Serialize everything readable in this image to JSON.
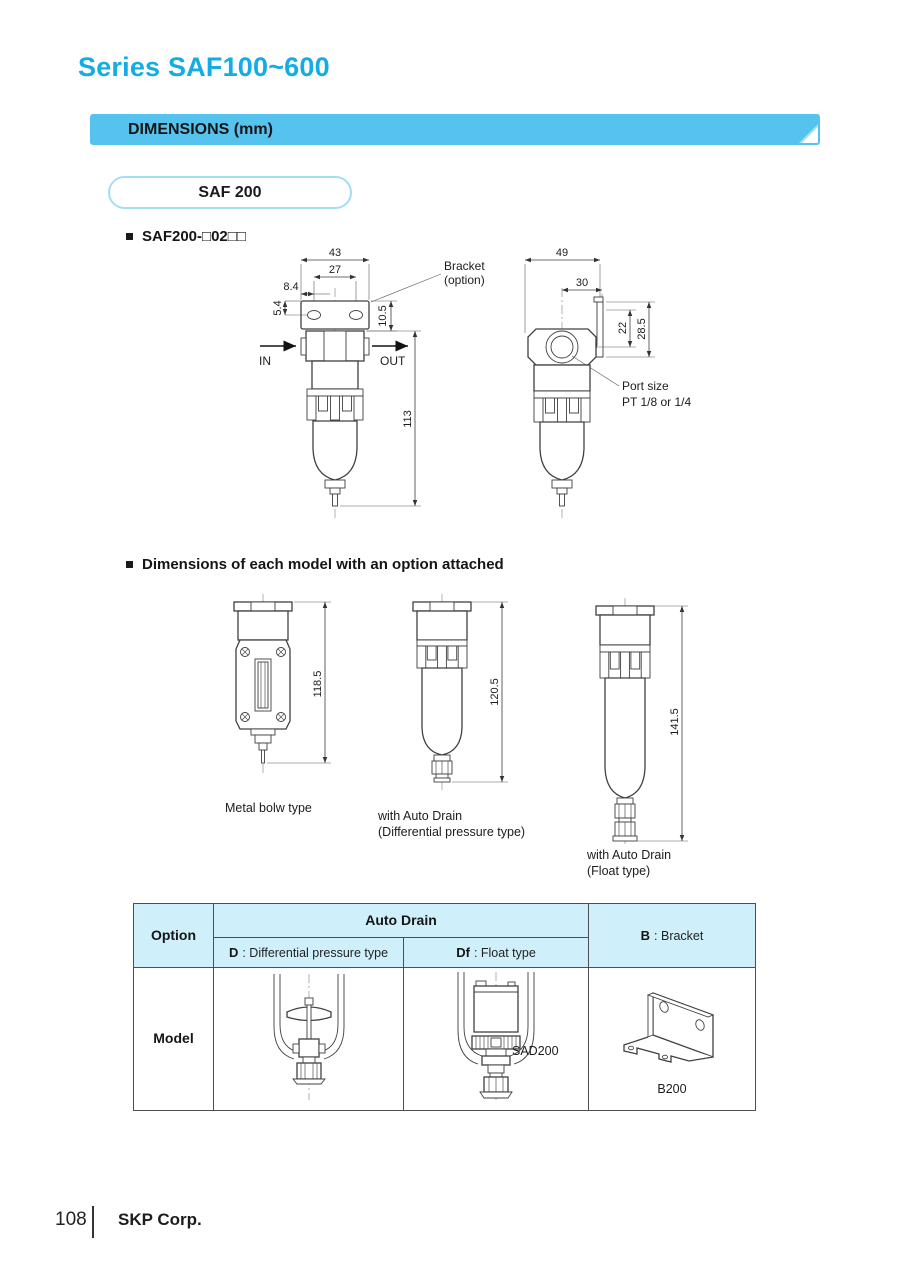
{
  "page": {
    "title": "Series SAF100~600",
    "section_bar": "DIMENSIONS (mm)",
    "model_badge": "SAF 200",
    "heading_model": "SAF200-□02□□",
    "heading_options": "Dimensions of each model with an option attached",
    "footer": {
      "page_number": "108",
      "company": "SKP Corp."
    }
  },
  "colors": {
    "accent_title": "#13ace4",
    "bar_bg": "#56c2ee",
    "table_header_bg": "#cfeffb",
    "pill_border": "#a3ddf6",
    "line_art": "#404040"
  },
  "figure1": {
    "front_view": {
      "dims": {
        "overall_width": "43",
        "hole_span": "27",
        "hole_offset": "8.4",
        "hole_edge": "5.4",
        "bracket_drop": "10.5",
        "body_height": "113"
      },
      "labels": {
        "inlet": "IN",
        "outlet": "OUT",
        "bracket_1": "Bracket",
        "bracket_2": "(option)"
      }
    },
    "side_view": {
      "dims": {
        "overall_depth": "49",
        "bracket_offset": "30",
        "port_height": "22",
        "bracket_height": "28.5"
      },
      "labels": {
        "port_1": "Port size",
        "port_2": "PT 1/8 or 1/4"
      }
    }
  },
  "figure2": {
    "models": [
      {
        "height": "118.5",
        "caption_1": "Metal bolw type",
        "caption_2": ""
      },
      {
        "height": "120.5",
        "caption_1": "with Auto Drain",
        "caption_2": "(Differential pressure type)"
      },
      {
        "height": "141.5",
        "caption_1": "with Auto Drain",
        "caption_2": "(Float type)"
      }
    ]
  },
  "table": {
    "headers": {
      "option": "Option",
      "auto_drain": "Auto Drain",
      "d_code": "D",
      "d_label": ": Differential pressure type",
      "df_code": "Df",
      "df_label": ": Float type",
      "b_code": "B",
      "b_label": ": Bracket"
    },
    "body": {
      "row_label": "Model",
      "df_model": "SAD200",
      "b_model": "B200"
    }
  }
}
